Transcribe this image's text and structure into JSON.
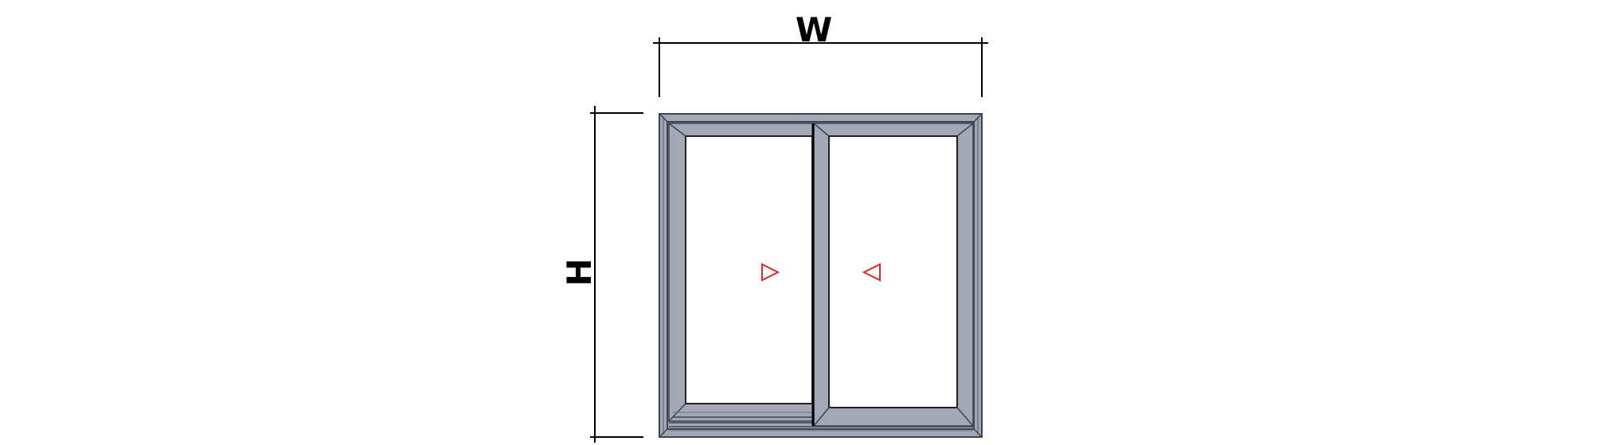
{
  "diagram": {
    "type": "sliding-window-elevation",
    "dimensions": {
      "width_label": "W",
      "height_label": "H"
    },
    "panels": [
      {
        "position": "left",
        "slide_direction": "right",
        "arrow": "right-triangle-icon"
      },
      {
        "position": "right",
        "slide_direction": "left",
        "arrow": "left-triangle-icon"
      }
    ],
    "colors": {
      "frame_fill": "#a3a9b4",
      "frame_dark": "#3e4450",
      "frame_edge": "#6b7280",
      "glass": "#ffffff",
      "dimension_line": "#000000",
      "arrow": "#d9262b",
      "background": "#ffffff"
    }
  }
}
